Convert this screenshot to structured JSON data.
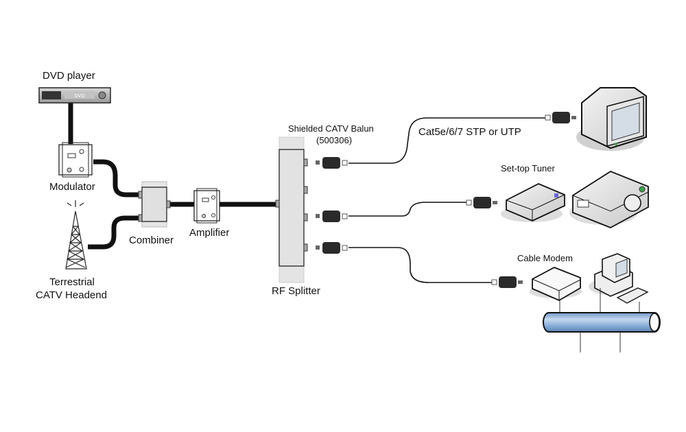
{
  "diagram": {
    "title": "CATV distribution over twisted pair",
    "components": {
      "dvd_player": {
        "label": "DVD player",
        "faceplate_text": "DVD"
      },
      "modulator": {
        "label": "Modulator"
      },
      "terrestrial_headend": {
        "label_line1": "Terrestrial",
        "label_line2": "CATV Headend"
      },
      "combiner": {
        "label": "Combiner"
      },
      "amplifier": {
        "label": "Amplifier"
      },
      "rf_splitter": {
        "label": "RF Splitter"
      },
      "balun": {
        "label_line1": "Shielded CATV Balun",
        "label_line2": "(500306)"
      },
      "cable_type": {
        "label": "Cat5e/6/7 STP or UTP"
      },
      "television": {
        "label": ""
      },
      "set_top_tuner": {
        "label": "Set-top Tuner"
      },
      "projector": {
        "label": ""
      },
      "cable_modem": {
        "label": "Cable Modem"
      },
      "computer": {
        "label": ""
      },
      "network_backbone": {
        "label": ""
      }
    },
    "colors": {
      "cable": "#111111",
      "device_fill": "#e8e8e8",
      "backbone": "#8fb4dc",
      "balun": "#2a2a2a",
      "led_green": "#3fa34d"
    }
  }
}
